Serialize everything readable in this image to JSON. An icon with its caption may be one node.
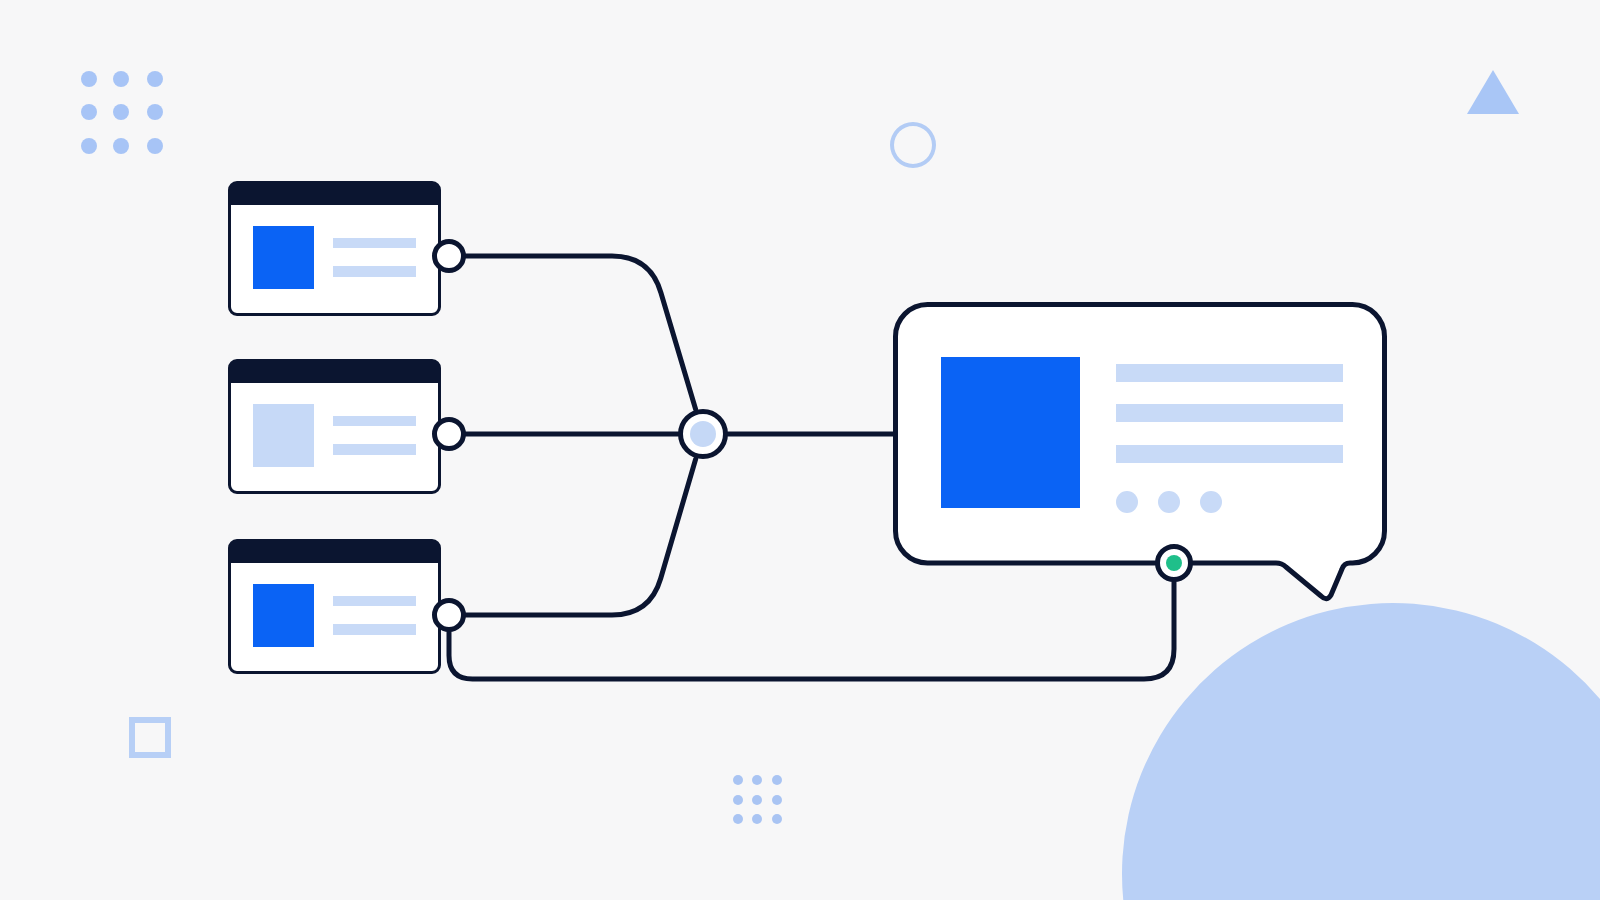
{
  "diagram": {
    "nodes": [
      {
        "text": [],
        "shape": "box"
      },
      {
        "text": [],
        "shape": "box"
      },
      {
        "text": [],
        "shape": "box"
      },
      {
        "text": [],
        "shape": "circle"
      },
      {
        "text": [],
        "shape": "circle"
      },
      {
        "text": [],
        "shape": "circle"
      },
      {
        "text": [],
        "shape": "circle"
      },
      {
        "text": [],
        "shape": "bubble"
      },
      {
        "text": [],
        "shape": "circle"
      }
    ],
    "edges": [
      {
        "from": 3,
        "to": 6,
        "arrow": "none"
      },
      {
        "from": 4,
        "to": 6,
        "arrow": "none"
      },
      {
        "from": 5,
        "to": 6,
        "arrow": "none"
      },
      {
        "from": 6,
        "to": 7,
        "arrow": "none"
      },
      {
        "from": 5,
        "to": 8,
        "arrow": "none"
      }
    ]
  }
}
